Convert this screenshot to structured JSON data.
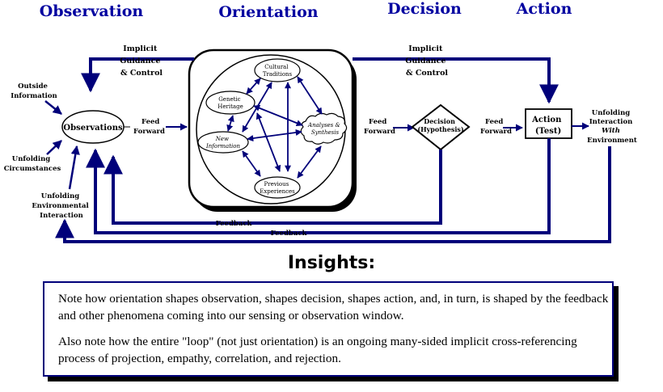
{
  "headers": {
    "observation": "Observation",
    "orientation": "Orientation",
    "decision": "Decision",
    "action": "Action"
  },
  "colors": {
    "header": "#0000a0",
    "arrow": "#00007a",
    "insight_border": "#00007a"
  },
  "labels": {
    "implicit_left": [
      "Implicit",
      "Guidance",
      "& Control"
    ],
    "implicit_right": [
      "Implicit",
      "Guidance",
      "& Control"
    ],
    "outside_info": [
      "Outside",
      "Information"
    ],
    "unfolding_circ": [
      "Unfolding",
      "Circumstances"
    ],
    "unfolding_env": [
      "Unfolding",
      "Environmental",
      "Interaction"
    ],
    "feed_forward_1": [
      "Feed",
      "Forward"
    ],
    "feed_forward_2": [
      "Feed",
      "Forward"
    ],
    "feed_forward_3": [
      "Feed",
      "Forward"
    ],
    "feedback_1": "Feedback",
    "feedback_2": "Feedback",
    "unfolding_right": [
      "Unfolding",
      "Interaction",
      "With",
      "Environment"
    ]
  },
  "nodes": {
    "observations": "Observations",
    "decision": [
      "Decision",
      "(Hypothesis)"
    ],
    "action": [
      "Action",
      "(Test)"
    ]
  },
  "orientation_nodes": {
    "cultural": [
      "Cultural",
      "Traditions"
    ],
    "genetic": [
      "Genetic",
      "Heritage"
    ],
    "analyses": [
      "Analyses &",
      "Synthesis"
    ],
    "new_info": [
      "New",
      "Information"
    ],
    "previous": [
      "Previous",
      "Experiences"
    ]
  },
  "insights": {
    "title": "Insights:",
    "p1": "Note how orientation shapes observation, shapes decision, shapes action, and, in turn, is shaped by the feedback and other phenomena coming into our sensing or observation window.",
    "p2": "Also note how the entire \"loop\" (not just orientation) is an ongoing many-sided implicit cross-referencing process of projection, empathy, correlation, and rejection."
  }
}
